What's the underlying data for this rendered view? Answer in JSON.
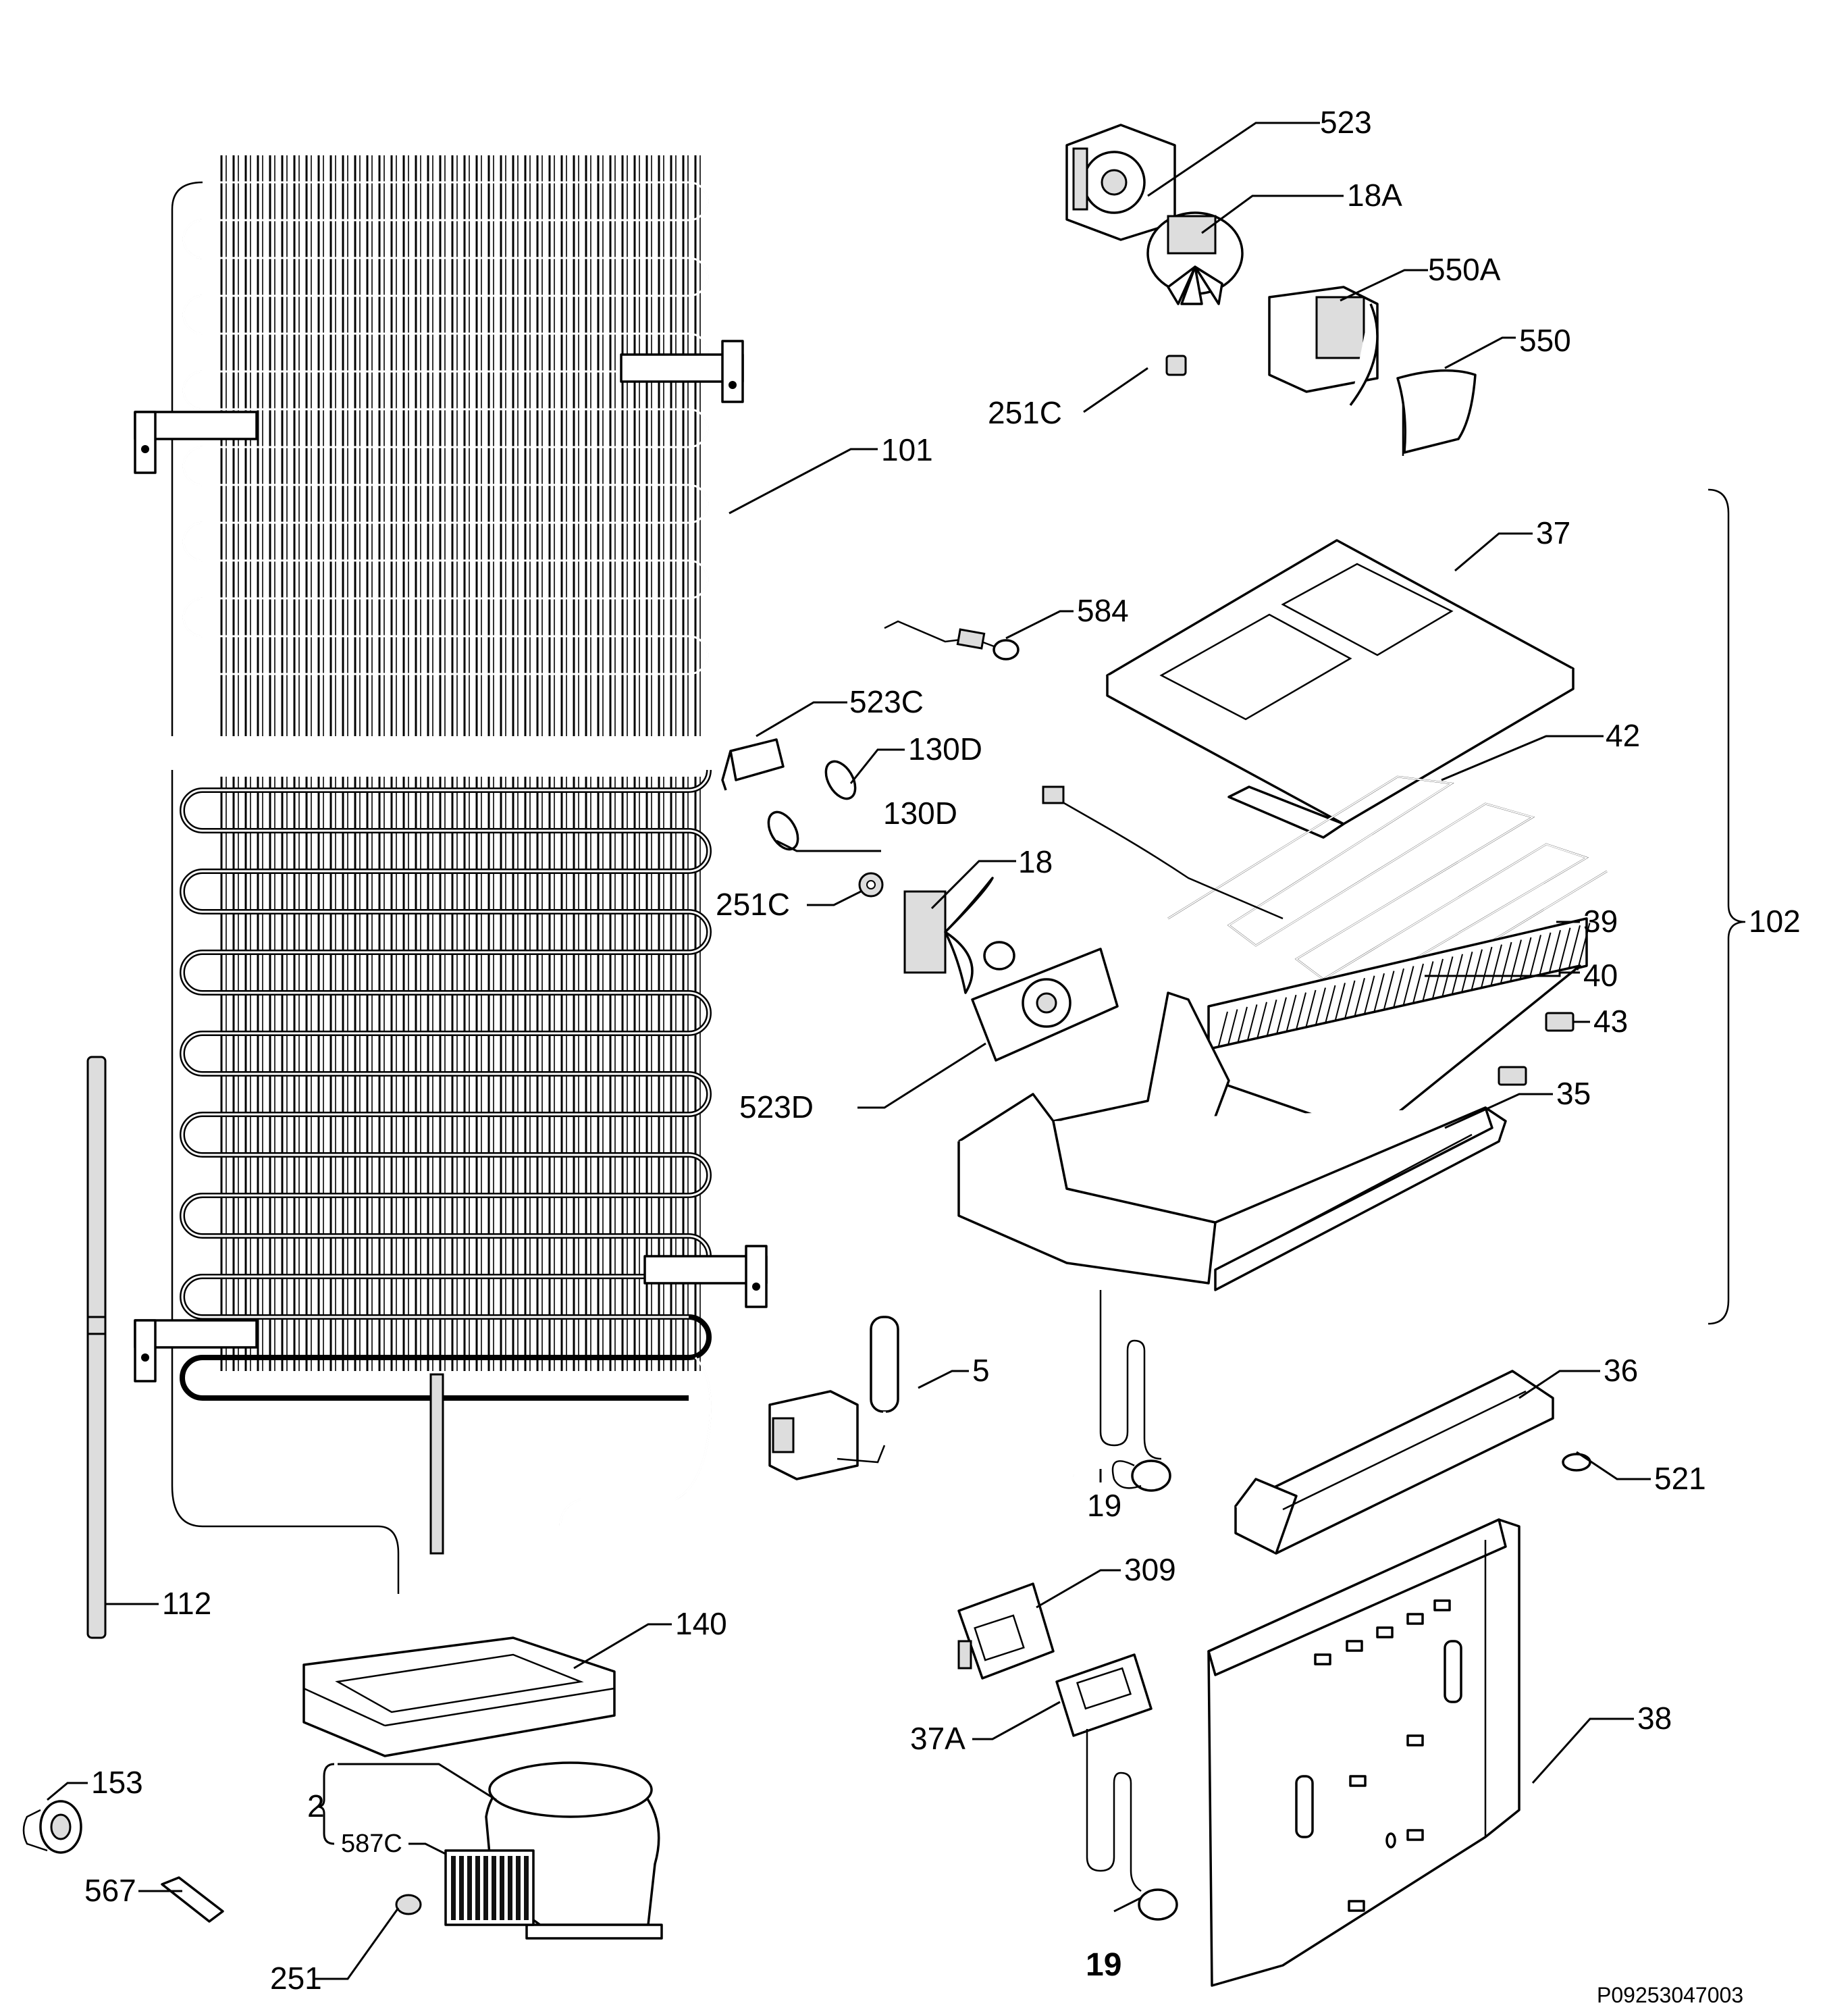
{
  "diagram": {
    "code": "P09253047003",
    "callouts": [
      {
        "id": "523",
        "text": "523"
      },
      {
        "id": "18a",
        "text": "18A"
      },
      {
        "id": "550a",
        "text": "550A"
      },
      {
        "id": "550",
        "text": "550"
      },
      {
        "id": "251c-top",
        "text": "251C"
      },
      {
        "id": "101",
        "text": "101"
      },
      {
        "id": "37",
        "text": "37"
      },
      {
        "id": "584",
        "text": "584"
      },
      {
        "id": "523c",
        "text": "523C"
      },
      {
        "id": "130d-a",
        "text": "130D"
      },
      {
        "id": "130d-b",
        "text": "130D"
      },
      {
        "id": "42",
        "text": "42"
      },
      {
        "id": "18",
        "text": "18"
      },
      {
        "id": "251c-mid",
        "text": "251C"
      },
      {
        "id": "102",
        "text": "102"
      },
      {
        "id": "39",
        "text": "39"
      },
      {
        "id": "40",
        "text": "40"
      },
      {
        "id": "43",
        "text": "43"
      },
      {
        "id": "523d",
        "text": "523D"
      },
      {
        "id": "35",
        "text": "35"
      },
      {
        "id": "5",
        "text": "5"
      },
      {
        "id": "36",
        "text": "36"
      },
      {
        "id": "521",
        "text": "521"
      },
      {
        "id": "19-top",
        "text": "19"
      },
      {
        "id": "112",
        "text": "112"
      },
      {
        "id": "140",
        "text": "140"
      },
      {
        "id": "309",
        "text": "309"
      },
      {
        "id": "153",
        "text": "153"
      },
      {
        "id": "38",
        "text": "38"
      },
      {
        "id": "37a",
        "text": "37A"
      },
      {
        "id": "2",
        "text": "2"
      },
      {
        "id": "587c",
        "text": "587C"
      },
      {
        "id": "567",
        "text": "567"
      },
      {
        "id": "251",
        "text": "251"
      },
      {
        "id": "19-bottom",
        "text": "19"
      }
    ]
  }
}
